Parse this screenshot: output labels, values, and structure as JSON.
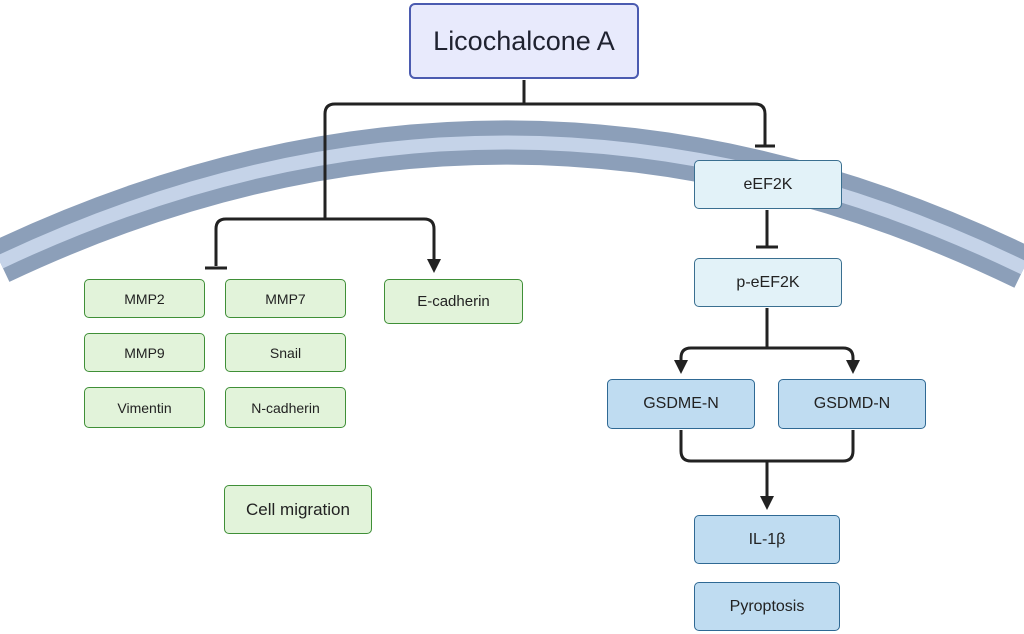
{
  "title": "Licochalcone A",
  "left_branch": {
    "inhibited_targets": [
      "MMP2",
      "MMP7",
      "MMP9",
      "Snail",
      "Vimentin",
      "N-cadherin"
    ],
    "activated_target": "E-cadherin",
    "outcome": "Cell migration"
  },
  "right_branch": {
    "inhibited_target": "eEF2K",
    "downstream_inhibited": "p-eEF2K",
    "activated": [
      "GSDME-N",
      "GSDMD-N"
    ],
    "marker": "IL-1β",
    "outcome": "Pyroptosis"
  },
  "colors": {
    "membrane_outer": "#8c9fb9",
    "membrane_inner": "#c5d3e8",
    "root_fill": "#e8eafc",
    "root_border": "#4b5bb0",
    "green_fill": "#e2f3da",
    "green_border": "#3f8f37",
    "blue_light_fill": "#e2f2f8",
    "blue_fill": "#bfdcf1",
    "blue_border": "#2f6994",
    "line": "#222222"
  }
}
